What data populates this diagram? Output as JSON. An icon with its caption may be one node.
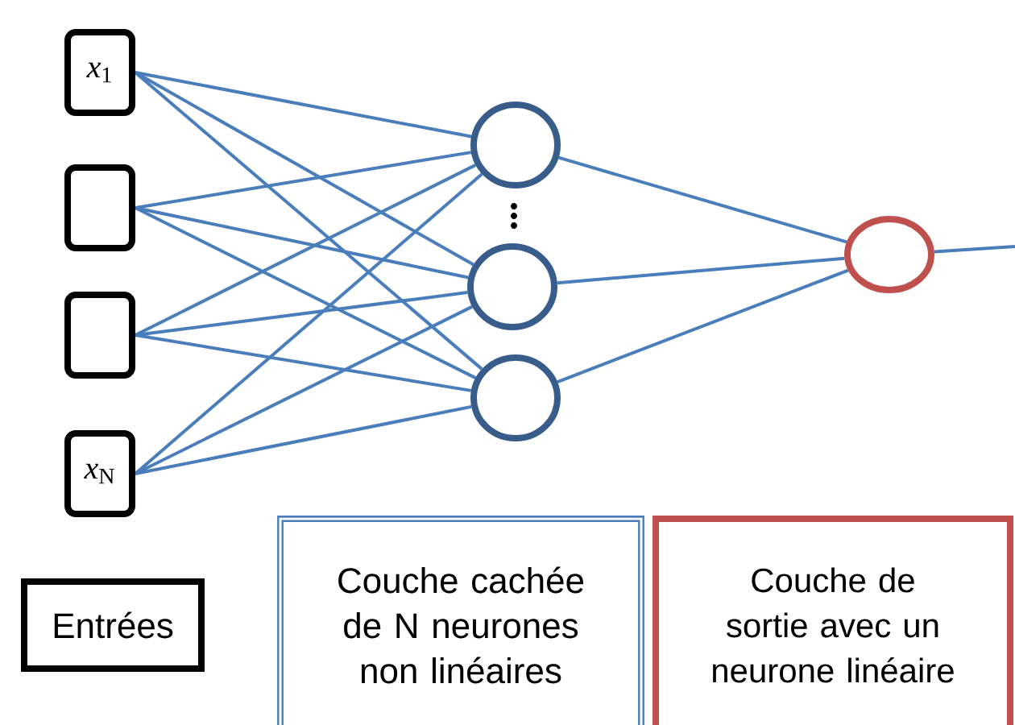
{
  "diagram": {
    "nodes": [
      {
        "text": [
          "*x*$_{1}$"
        ]
      },
      {
        "text": [],
        "shape": "box"
      },
      {
        "text": [],
        "shape": "box"
      },
      {
        "text": [
          "*x*$_{N}$"
        ]
      },
      {
        "text": [],
        "shape": "circle"
      },
      {
        "text": [],
        "shape": "circle"
      },
      {
        "text": [],
        "shape": "circle"
      },
      {
        "text": [],
        "shape": "circle"
      },
      {
        "text": [
          "Entrées"
        ]
      },
      {
        "text": [
          "Couche cachée de N neurones non linéaires"
        ]
      },
      {
        "text": [
          "Couche de sortie avec un neurone linéaire"
        ]
      }
    ],
    "edges": [
      {
        "from": 0,
        "to": 4,
        "arrow": "none"
      },
      {
        "from": 0,
        "to": 5,
        "arrow": "none"
      },
      {
        "from": 0,
        "to": 6,
        "arrow": "none"
      },
      {
        "from": 1,
        "to": 4,
        "arrow": "none"
      },
      {
        "from": 1,
        "to": 5,
        "arrow": "none"
      },
      {
        "from": 1,
        "to": 6,
        "arrow": "none"
      },
      {
        "from": 2,
        "to": 4,
        "arrow": "none"
      },
      {
        "from": 2,
        "to": 5,
        "arrow": "none"
      },
      {
        "from": 2,
        "to": 6,
        "arrow": "none"
      },
      {
        "from": 3,
        "to": 4,
        "arrow": "none"
      },
      {
        "from": 3,
        "to": 5,
        "arrow": "none"
      },
      {
        "from": 3,
        "to": 6,
        "arrow": "none"
      },
      {
        "from": 4,
        "to": 7,
        "arrow": "none"
      },
      {
        "from": 5,
        "to": 7,
        "arrow": "none"
      },
      {
        "from": 6,
        "to": 7,
        "arrow": "none"
      },
      {
        "from": 7,
        "to": null,
        "arrow": "none"
      }
    ]
  }
}
